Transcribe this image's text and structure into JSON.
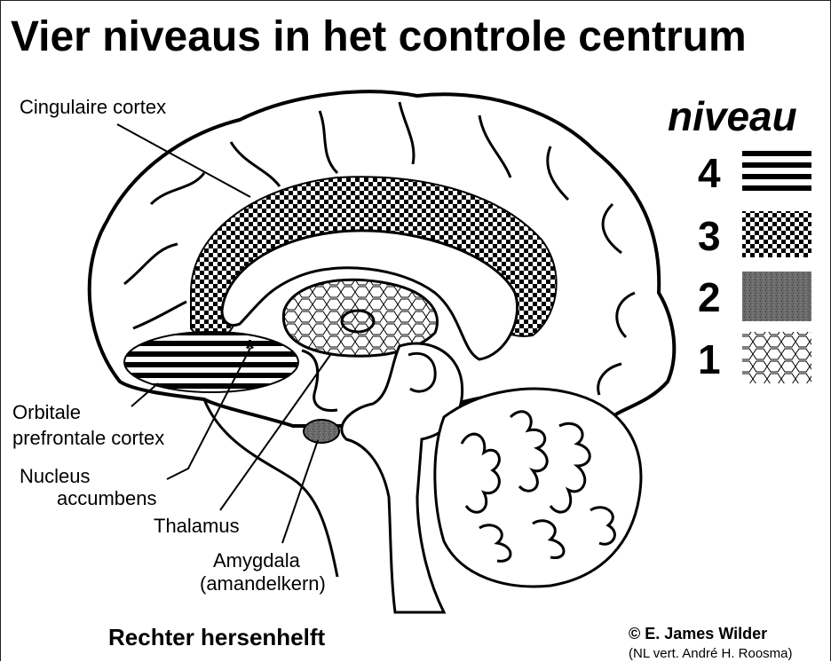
{
  "title": "Vier niveaus in het controle centrum",
  "legend": {
    "heading": "niveau",
    "levels": [
      {
        "number": "4",
        "pattern": "horizontal-stripes-icon"
      },
      {
        "number": "3",
        "pattern": "checkerboard-icon"
      },
      {
        "number": "2",
        "pattern": "gray-stipple-icon"
      },
      {
        "number": "1",
        "pattern": "cell-mesh-icon"
      }
    ]
  },
  "labels": {
    "cingulate": "Cingulaire cortex",
    "orbital_line1": "Orbitale",
    "orbital_line2": "prefrontale cortex",
    "nucleus_line1": "Nucleus",
    "nucleus_line2": "accumbens",
    "thalamus": "Thalamus",
    "amygdala_line1": "Amygdala",
    "amygdala_line2": "(amandelkern)"
  },
  "caption": "Rechter hersenhelft",
  "credit": "© E. James Wilder",
  "credit_translation": "(NL vert. André H. Roosma)"
}
